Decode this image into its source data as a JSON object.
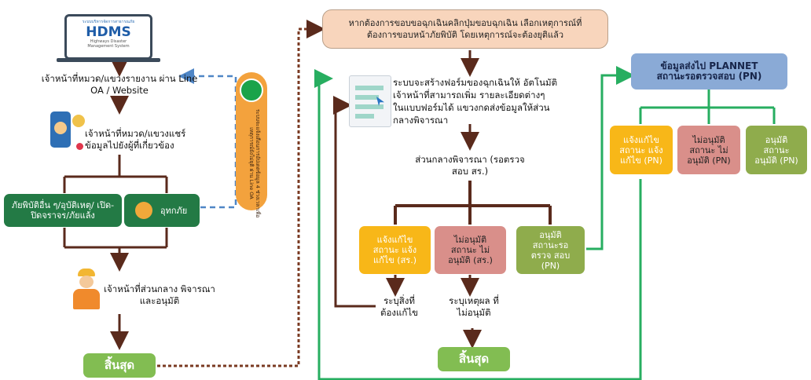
{
  "logo": {
    "small_text": "ระบบบริหารจัดการสาธารณภัย",
    "name": "HDMS",
    "subtitle": "Highways Disaster Management System"
  },
  "step_report": "เจ้าหน้าที่หมวด/แขวงรายงาน ผ่าน Line OA / Website",
  "step_share": "เจ้าหน้าที่หมวด/แขวงแชร์ ข้อมูลไปยังผู้ที่เกี่ยวข้อง",
  "box_other": "ภัยพิบัติอื่น ๆ/อุบัติเหตุ/ เปิด-ปิดจราจร/ภัยแล้ง",
  "box_flood": "อุทกภัย",
  "notify_vertical": "ระบบจะแจ้งเตือนการอัปเดตข้อมูล 4 ช่วงเวลาเพื่อ เหตุการณ์ยังไม่ยุติ ผ่าน Line OA",
  "step_center": "เจ้าหน้าที่ส่วนกลาง พิจารณาและอนุมัติ",
  "end_left": "สิ้นสุด",
  "top_box": "หากต้องการขอบขอฉุกเฉินคลิกปุ่มขอบฉุกเฉิน เลือกเหตุการณ์ที่ ต้องการขอบหน้าภัยพิบัติ โดยเหตุการณ์จะต้องยุติแล้ว",
  "form_text": "ระบบจะสร้างฟอร์มของฉุกเฉินให้ อัตโนมัติ เจ้าหน้าที่สามารถเพิ่ม รายละเอียดต่างๆ ในแบบฟอร์มได้ แขวงกดส่งข้อมูลให้ส่วนกลางพิจารณา",
  "center_review": "ส่วนกลางพิจารณา (รอตรวจสอบ สร.)",
  "box_fix": "แจ้งแก้ไข สถานะ แจ้งแก้ไข (สร.)",
  "box_reject": "ไม่อนุมัติ สถานะ ไม่อนุมัติ (สร.)",
  "box_approve": "อนุมัติ สถานะรอตรวจ สอบ (PN)",
  "label_fix": "ระบุสิ่งที่ ต้องแก้ไข",
  "label_reject": "ระบุเหตุผล ที่ไม่อนุมัติ",
  "end_mid": "สิ้นสุด",
  "plannet": "ข้อมูลส่งไป PLANNET สถานะรอตรวจสอบ (PN)",
  "pn_fix": "แจ้งแก้ไข สถานะ แจ้งแก้ไข (PN)",
  "pn_reject": "ไม่อนุมัติ สถานะ ไม่อนุมัติ (PN)",
  "pn_approve": "อนุมัติ สถานะ อนุมัติ (PN)",
  "colors": {
    "arrow": "#5a2a1c",
    "dotted": "#7a3a22",
    "dashed_blue": "#4f86c6",
    "green_line": "#27ae60"
  }
}
